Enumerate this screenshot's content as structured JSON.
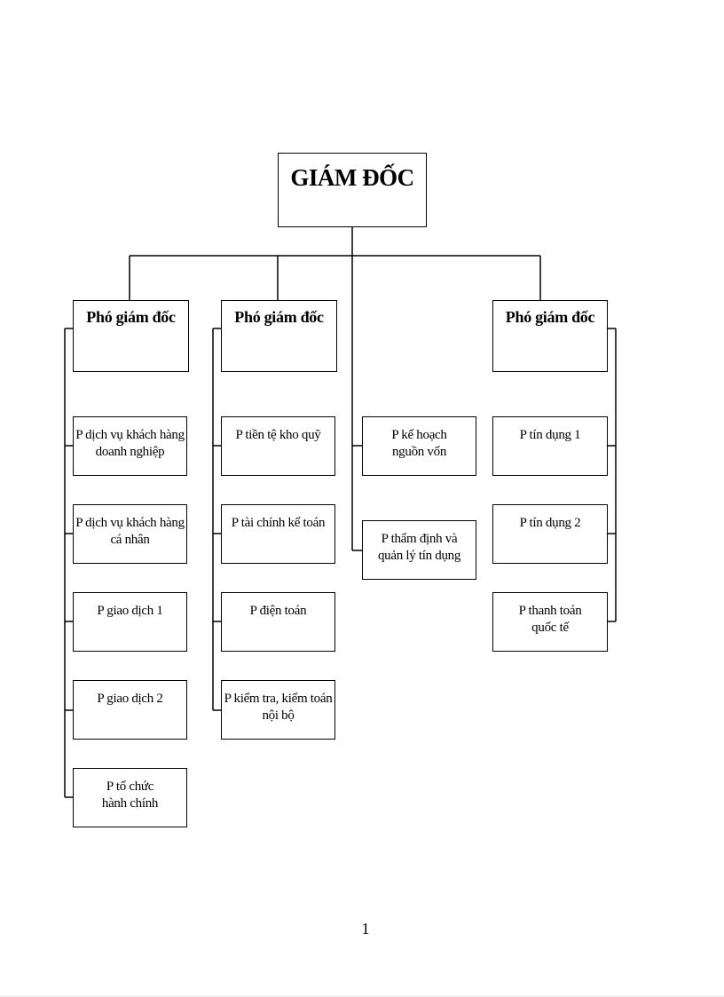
{
  "org_chart": {
    "director": "GIÁM ĐỐC",
    "deputies": [
      {
        "title": "Phó giám đốc"
      },
      {
        "title": "Phó giám đốc"
      },
      {
        "title": "Phó giám đốc"
      }
    ],
    "departments": [
      {
        "line1": "P dịch vụ khách hàng",
        "line2": "doanh nghiệp"
      },
      {
        "line1": "P dịch vụ khách hàng",
        "line2": "cá nhân"
      },
      {
        "line1": "P giao dịch 1",
        "line2": ""
      },
      {
        "line1": "P giao dịch 2",
        "line2": ""
      },
      {
        "line1": "P tổ chức",
        "line2": "hành chính"
      },
      {
        "line1": "P tiền tệ kho quỹ",
        "line2": ""
      },
      {
        "line1": "P tài chính kế toán",
        "line2": ""
      },
      {
        "line1": "P điện toán",
        "line2": ""
      },
      {
        "line1": "P kiểm tra, kiểm toán",
        "line2": "nội bộ"
      },
      {
        "line1": "P kế hoạch",
        "line2": "nguồn vốn"
      },
      {
        "line1": "P thẩm định và",
        "line2": "quản lý tín dụng"
      },
      {
        "line1": "P tín dụng 1",
        "line2": ""
      },
      {
        "line1": "P tín dụng 2",
        "line2": ""
      },
      {
        "line1": "P thanh toán",
        "line2": "quốc tế"
      }
    ]
  },
  "page_number": "1"
}
